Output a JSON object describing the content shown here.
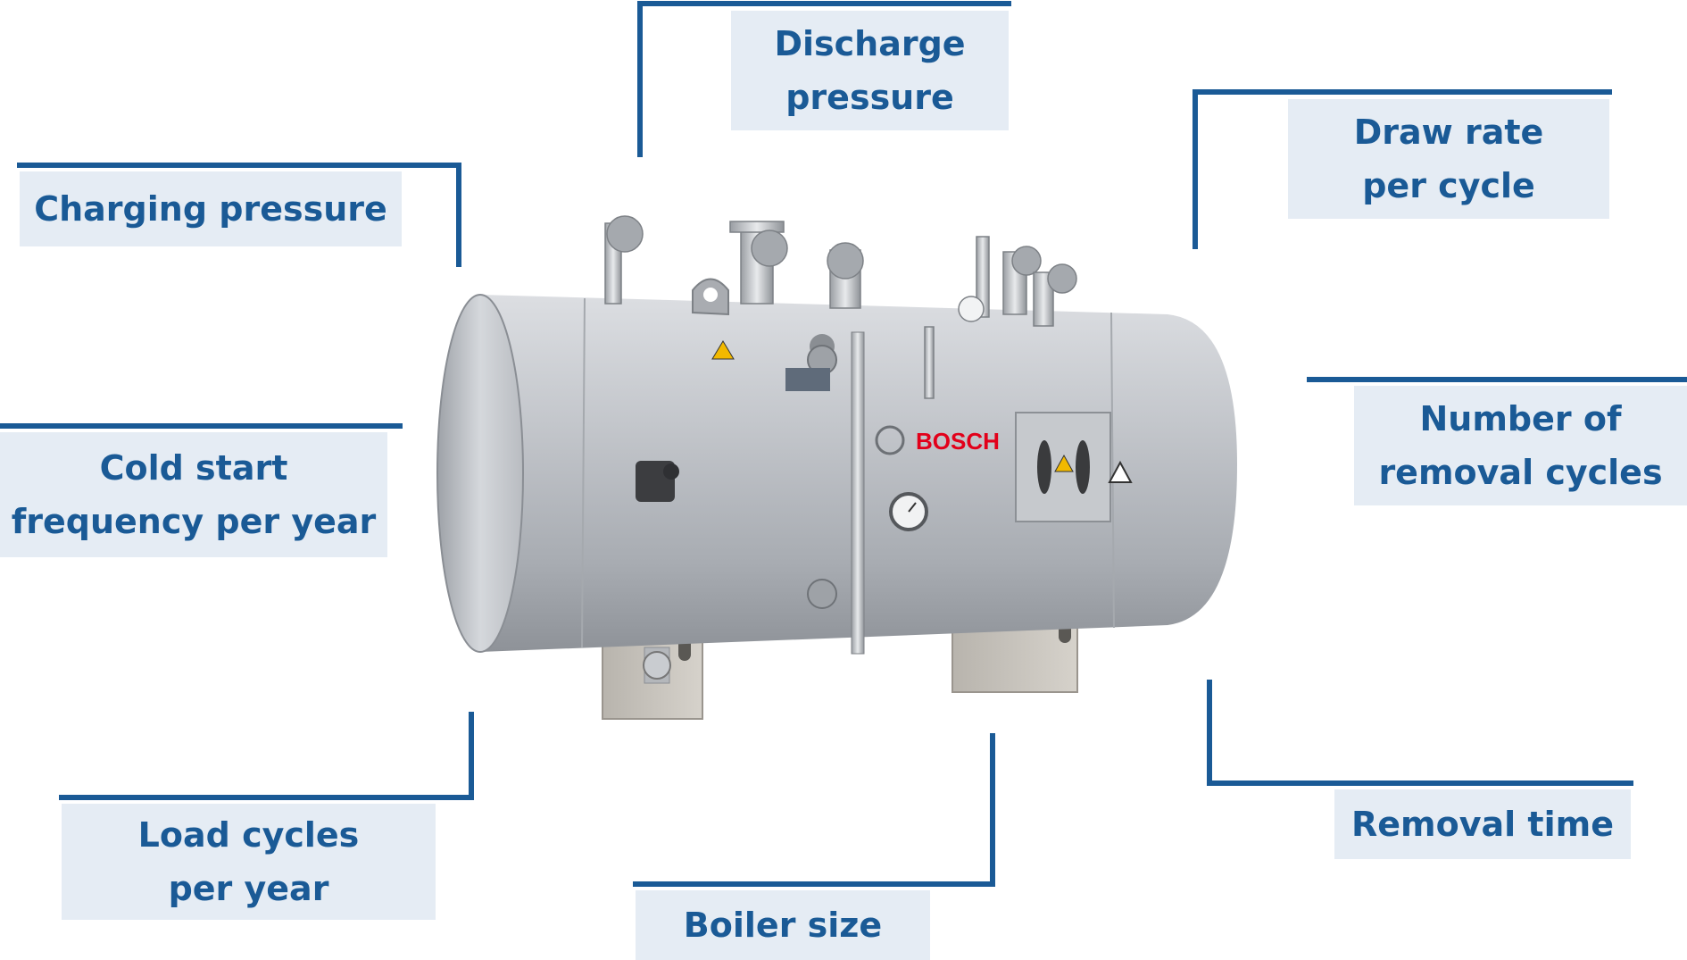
{
  "labels": {
    "discharge_pressure": [
      "Discharge",
      "pressure"
    ],
    "charging_pressure": [
      "Charging pressure"
    ],
    "draw_rate": [
      "Draw rate",
      "per cycle"
    ],
    "cold_start": [
      "Cold start",
      "frequency per year"
    ],
    "number_removal": [
      "Number of",
      "removal cycles"
    ],
    "load_cycles": [
      "Load cycles",
      "per year"
    ],
    "removal_time": [
      "Removal time"
    ],
    "boiler_size": [
      "Boiler size"
    ]
  },
  "brand": "BOSCH",
  "colors": {
    "accent": "#1a5a96",
    "label_bg": "#e5ecf4",
    "brand_red": "#e2001a"
  }
}
